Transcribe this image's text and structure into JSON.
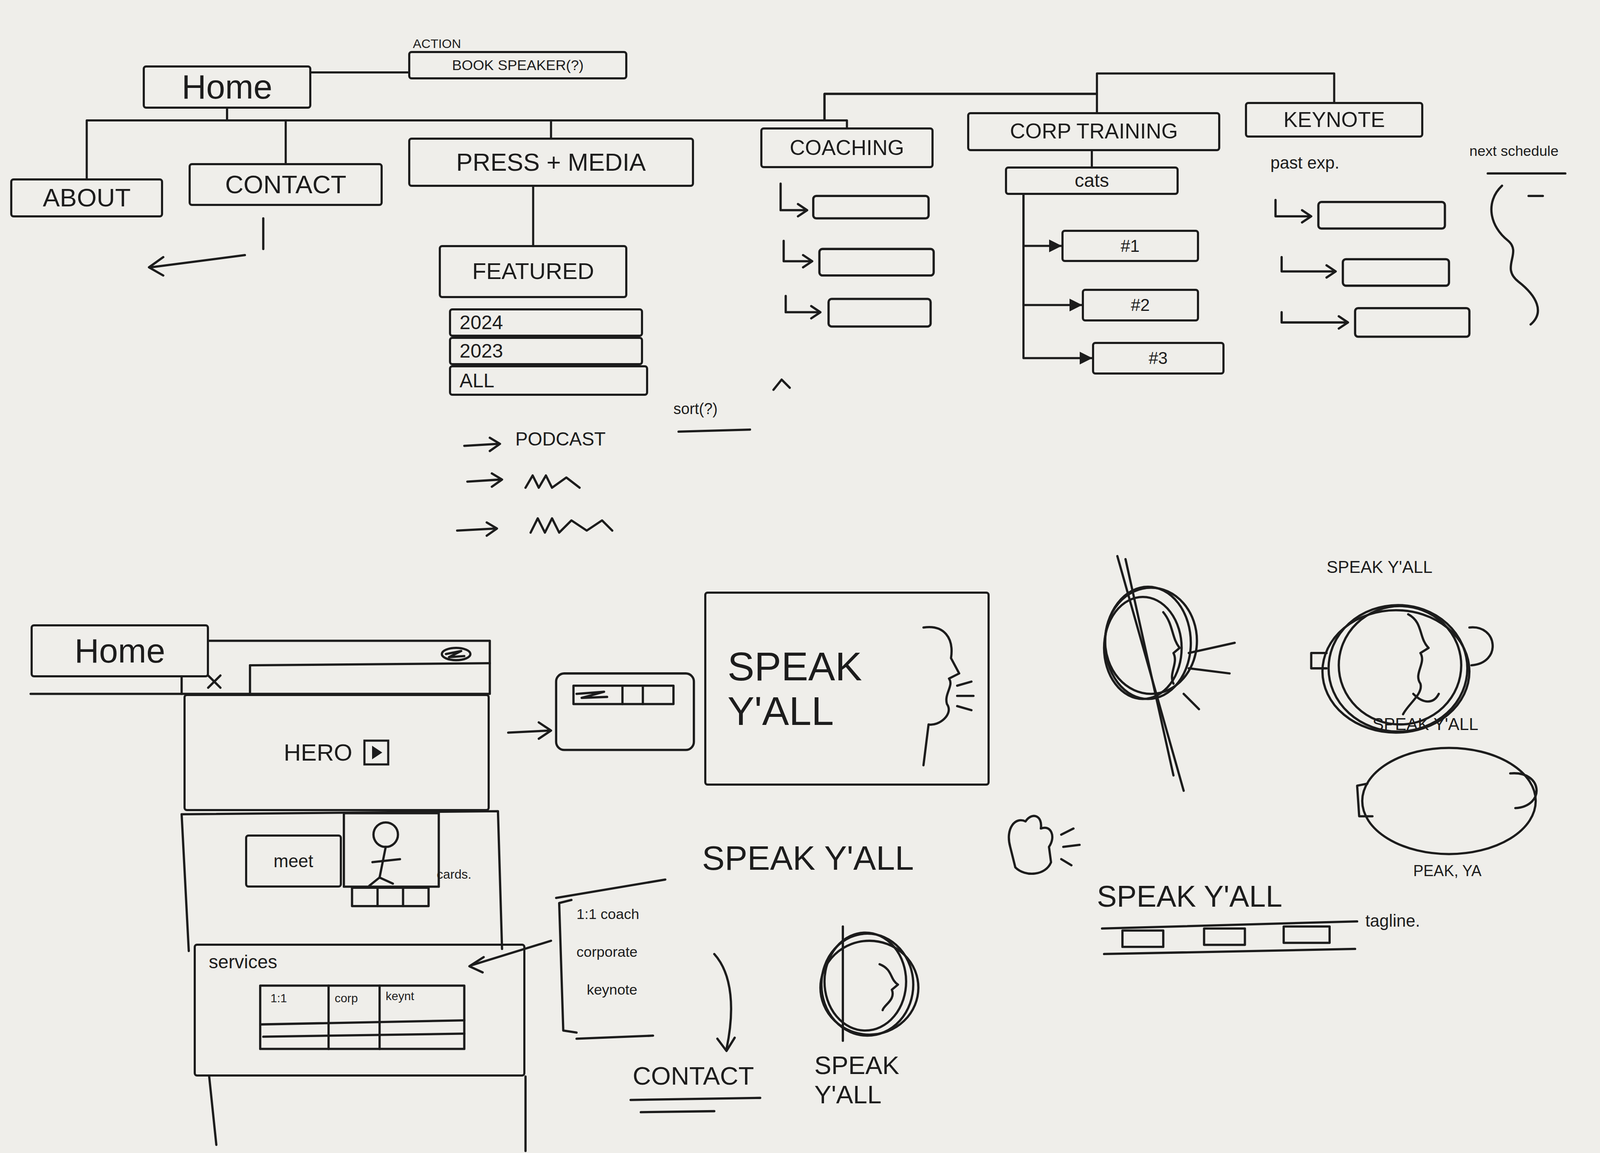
{
  "diagram": {
    "nodes": [
      {
        "text": [
          "Home"
        ]
      },
      {
        "text": [
          "ACTION",
          "BOOK SPEAKER(?)"
        ]
      },
      {
        "text": [
          "ABOUT"
        ]
      },
      {
        "text": [
          "CONTACT"
        ]
      },
      {
        "text": [
          "PRESS + MEDIA"
        ]
      },
      {
        "text": [
          "COACHING"
        ]
      },
      {
        "text": [
          "CORP TRAINING"
        ]
      },
      {
        "text": [
          "KEYNOTE"
        ]
      },
      {
        "text": [
          "FEATURED"
        ]
      },
      {
        "text": [
          "2024"
        ]
      },
      {
        "text": [
          "2023"
        ]
      },
      {
        "text": [
          "ALL"
        ]
      },
      {
        "text": [
          "cats"
        ]
      },
      {
        "text": [
          "#1"
        ]
      },
      {
        "text": [
          "#2"
        ]
      },
      {
        "text": [
          "#3"
        ]
      },
      {
        "text": [
          "Home"
        ]
      },
      {
        "text": [
          "HERO"
        ]
      },
      {
        "text": [
          "SPEAK Y'ALL"
        ]
      },
      {
        "text": [
          "meet"
        ]
      },
      {
        "text": [
          "services"
        ]
      }
    ],
    "edges": [
      {
        "from": 0,
        "to": 1,
        "arrow": "none"
      },
      {
        "from": 0,
        "to": 2,
        "arrow": "none"
      },
      {
        "from": 0,
        "to": 3,
        "arrow": "none"
      },
      {
        "from": 0,
        "to": 4,
        "arrow": "none"
      },
      {
        "from": 0,
        "to": 5,
        "arrow": "none"
      },
      {
        "from": 0,
        "to": 6,
        "arrow": "none"
      },
      {
        "from": 0,
        "to": 7,
        "arrow": "none"
      },
      {
        "from": 4,
        "to": 8,
        "arrow": "none"
      },
      {
        "from": 6,
        "to": 12,
        "arrow": "none"
      },
      {
        "from": 12,
        "to": 13,
        "arrow": "to"
      },
      {
        "from": 12,
        "to": 14,
        "arrow": "to"
      },
      {
        "from": 12,
        "to": 15,
        "arrow": "to"
      }
    ],
    "labels": [
      "PODCAST",
      "sort(?)",
      "past exp.",
      "next schedule",
      "cards.",
      "1:1",
      "corp",
      "keynt",
      "1:1 coach",
      "corporate",
      "keynote",
      "CONTACT",
      "SPEAK Y'ALL",
      "SPEAK Y'ALL",
      "SPEAK Y'ALL",
      "SPEAK Y'ALL",
      "PEAK, YA",
      "SPEAK Y'ALL",
      "tagline."
    ]
  }
}
